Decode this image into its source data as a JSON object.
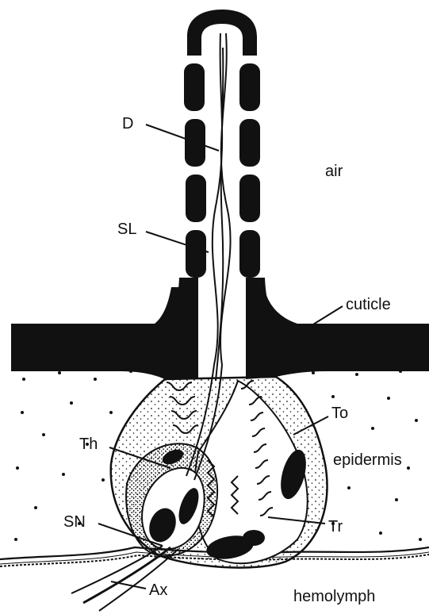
{
  "labels": {
    "dendrite": "D",
    "sensillum_lumen": "SL",
    "air": "air",
    "cuticle": "cuticle",
    "tormogen": "To",
    "thecogen": "Th",
    "epidermis": "epidermis",
    "sensory_neuron": "SN",
    "trichogen": "Tr",
    "axon": "Ax",
    "hemolymph": "hemolymph"
  },
  "colors": {
    "ink": "#111111",
    "background": "#ffffff"
  }
}
